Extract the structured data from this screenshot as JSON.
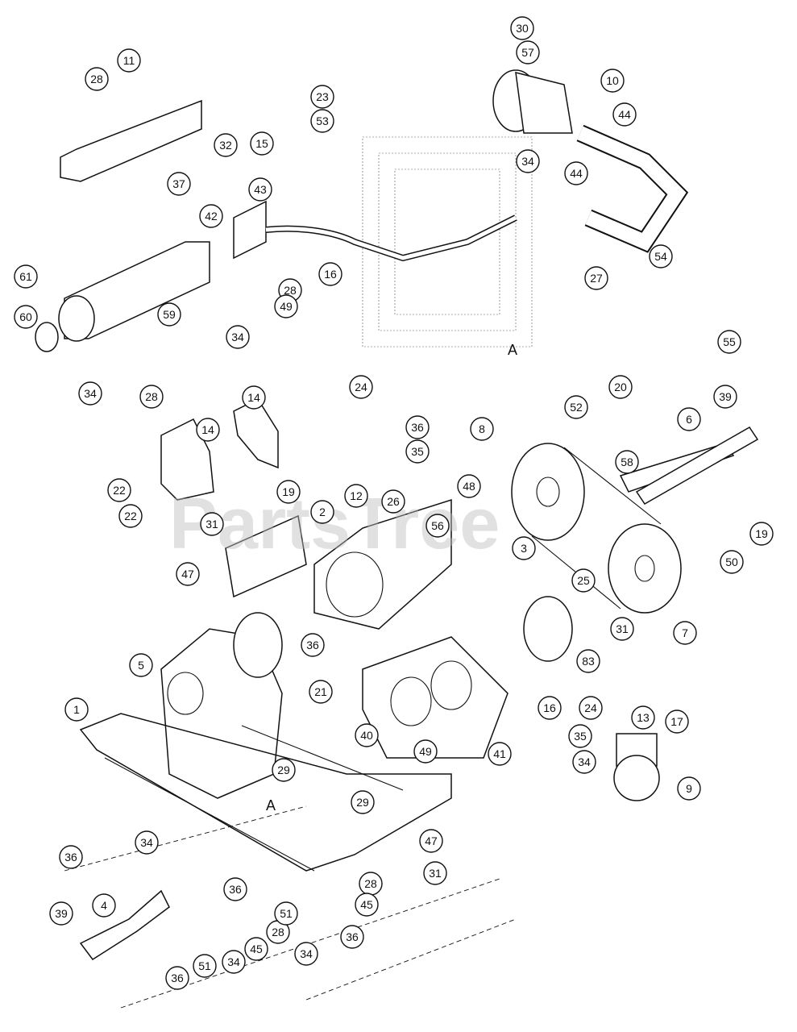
{
  "watermark": "PartsTree",
  "reference_labels": [
    "A",
    "A"
  ],
  "callouts": [
    "30",
    "57",
    "10",
    "44",
    "34",
    "44",
    "54",
    "27",
    "28",
    "11",
    "23",
    "53",
    "32",
    "15",
    "43",
    "37",
    "42",
    "16",
    "61",
    "60",
    "59",
    "28",
    "49",
    "34",
    "34",
    "55",
    "39",
    "20",
    "52",
    "6",
    "24",
    "36",
    "35",
    "28",
    "14",
    "14",
    "22",
    "22",
    "19",
    "2",
    "31",
    "47",
    "12",
    "26",
    "48",
    "56",
    "3",
    "25",
    "8",
    "58",
    "19",
    "50",
    "7",
    "31",
    "83",
    "36",
    "5",
    "1",
    "21",
    "16",
    "40",
    "49",
    "41",
    "24",
    "13",
    "17",
    "35",
    "34",
    "9",
    "29",
    "29",
    "34",
    "47",
    "31",
    "36",
    "28",
    "45",
    "39",
    "4",
    "36",
    "28",
    "45",
    "51",
    "34",
    "36",
    "51",
    "34",
    "36"
  ]
}
